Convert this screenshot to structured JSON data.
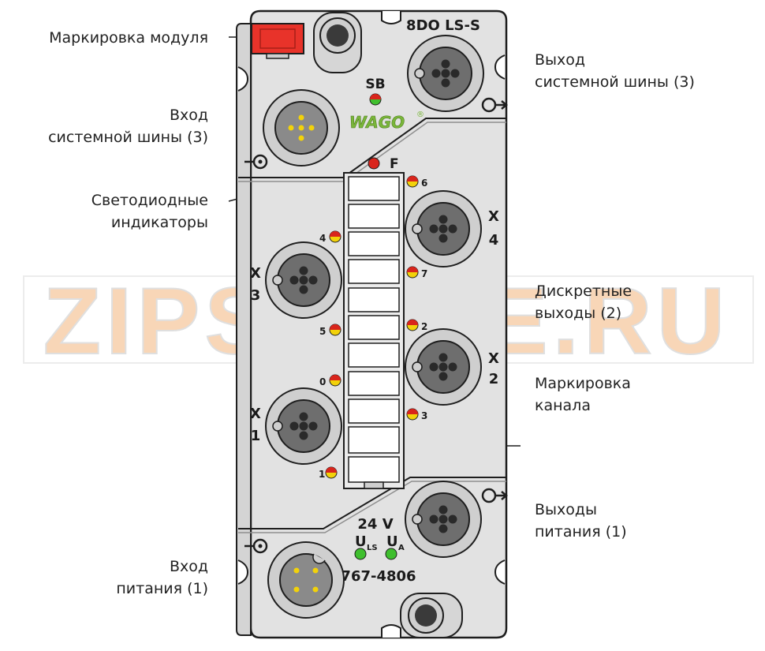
{
  "module": {
    "model_name": "8DO LS-S",
    "article_number": "767-4806",
    "brand": "WAGO",
    "voltage": "24 V",
    "sb_label": "SB",
    "fault_label": "F",
    "power_label_u": "U",
    "power_sub_ls": "LS",
    "power_sub_a": "A"
  },
  "connectors": [
    {
      "id": "X1",
      "label": "X",
      "number": "1"
    },
    {
      "id": "X2",
      "label": "X",
      "number": "2"
    },
    {
      "id": "X3",
      "label": "X",
      "number": "3"
    },
    {
      "id": "X4",
      "label": "X",
      "number": "4"
    }
  ],
  "channel_leds": [
    "0",
    "1",
    "2",
    "3",
    "4",
    "5",
    "6",
    "7"
  ],
  "callouts": {
    "module_marking": [
      "Маркировка модуля"
    ],
    "bus_input": [
      "Вход",
      "системной шины (3)"
    ],
    "bus_output": [
      "Выход",
      "системной шины (3)"
    ],
    "leds": [
      "Светодиодные",
      "индикаторы"
    ],
    "digital_outputs": [
      "Дискретные",
      "выходы (2)"
    ],
    "channel_marking": [
      "Маркировка",
      "канала"
    ],
    "power_outputs": [
      "Выходы",
      "питания (1)"
    ],
    "power_input": [
      "Вход",
      "питания (1)"
    ]
  },
  "watermark": "ZIPSTORE.RU",
  "colors": {
    "housing": "#e2e2e2",
    "housing_stroke": "#1e1e1e",
    "marker_red": "#e8332a",
    "led_red": "#d9251c",
    "led_yellow": "#f2d20a",
    "led_green": "#3fbf2e",
    "brand_green": "#7ab63a",
    "watermark": "#f4b57e"
  }
}
